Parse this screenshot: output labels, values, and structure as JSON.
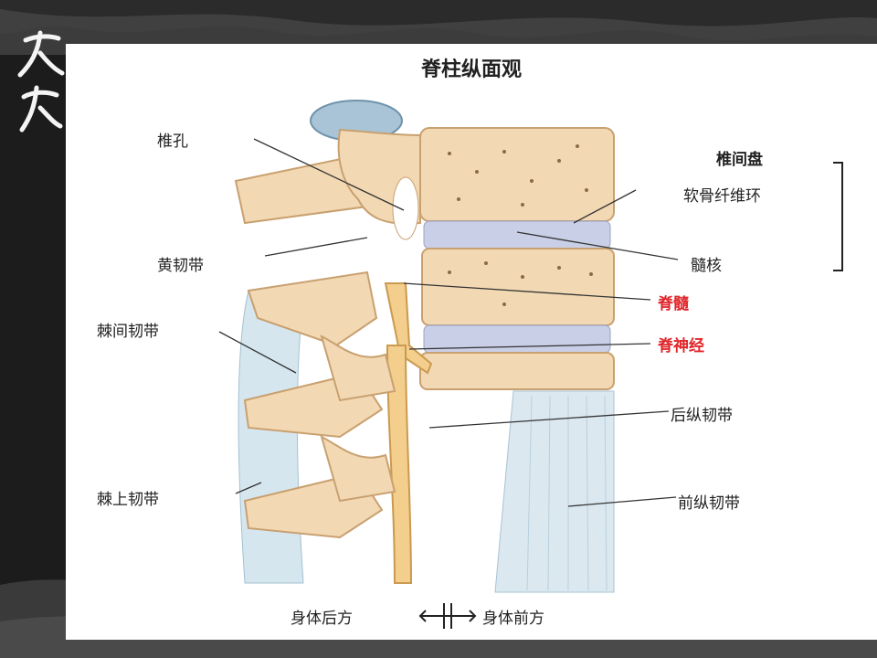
{
  "slide": {
    "title": "脊柱纵面观",
    "labels": {
      "vertebral_foramen": "椎孔",
      "ligamentum_flavum": "黄韧带",
      "interspinous_ligament": "棘间韧带",
      "supraspinous_ligament": "棘上韧带",
      "intervertebral_disc": "椎间盘",
      "annulus_fibrosus": "软骨纤维环",
      "nucleus_pulposus": "髓核",
      "spinal_cord": "脊髓",
      "spinal_nerve": "脊神经",
      "posterior_longitudinal_ligament": "后纵韧带",
      "anterior_longitudinal_ligament": "前纵韧带"
    },
    "direction": {
      "posterior": "身体后方",
      "anterior": "身体前方"
    },
    "colors": {
      "bone": "#f2d9b3",
      "bone_edge": "#c9a070",
      "disc": "#c9cfe6",
      "ligament": "#cfe0ea",
      "highlight_text": "#e0262b"
    }
  }
}
